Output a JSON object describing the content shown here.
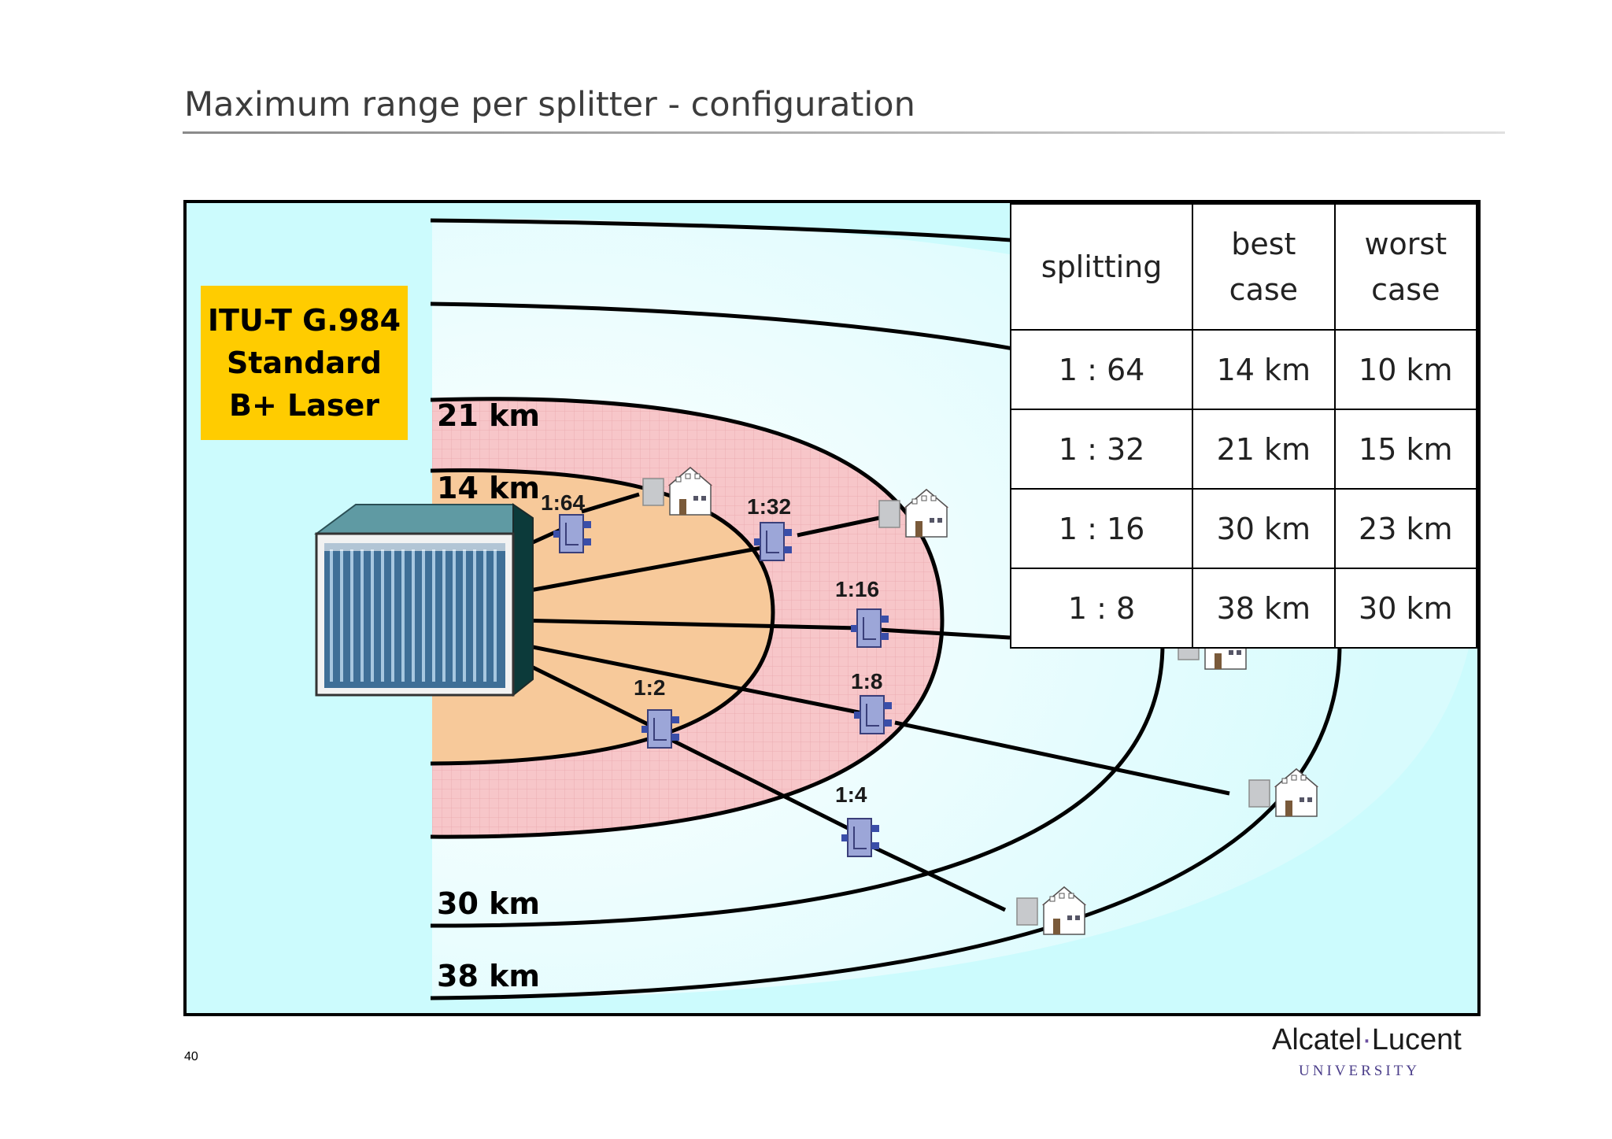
{
  "slide": {
    "title": "Maximum range per splitter - configuration",
    "page_number": "40"
  },
  "standard_box": {
    "line1": "ITU-T G.984",
    "line2": "Standard",
    "line3": "B+ Laser"
  },
  "range_labels": {
    "r14": "14 km",
    "r21": "21 km",
    "r30": "30 km",
    "r38": "38 km"
  },
  "splitters": {
    "s64": "1:64",
    "s32": "1:32",
    "s16": "1:16",
    "s8": "1:8",
    "s4": "1:4",
    "s2": "1:2"
  },
  "table": {
    "headers": [
      {
        "line1": "splitting",
        "line2": ""
      },
      {
        "line1": "best",
        "line2": "case"
      },
      {
        "line1": "worst",
        "line2": "case"
      }
    ],
    "rows": [
      {
        "splitting": "1 : 64",
        "best": "14 km",
        "worst": "10 km"
      },
      {
        "splitting": "1 : 32",
        "best": "21 km",
        "worst": "15 km"
      },
      {
        "splitting": "1 : 16",
        "best": "30 km",
        "worst": "23 km"
      },
      {
        "splitting": "1 : 8",
        "best": "38 km",
        "worst": "30 km"
      }
    ]
  },
  "logo": {
    "brand_left": "Alcatel",
    "brand_dot": "·",
    "brand_right": "Lucent",
    "sub": "UNIVERSITY"
  },
  "colors": {
    "background": "#ccfbfd",
    "zone_30": "#eafeff",
    "zone_21": "#f7c6c9",
    "zone_14": "#f7c99a",
    "standard_box": "#ffcc00",
    "rack_body": "#4f7fa8",
    "house_roof": "#c0202a",
    "splitter": "#9ca6d8"
  }
}
